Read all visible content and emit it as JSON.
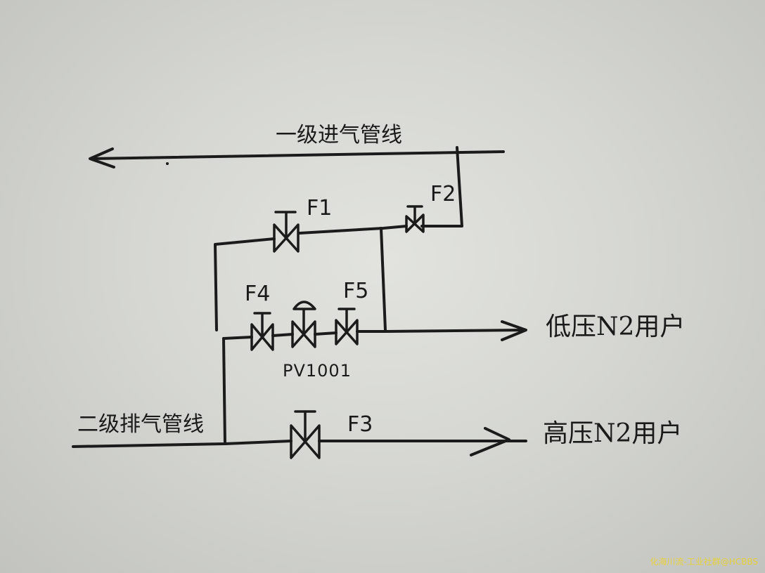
{
  "lines": {
    "primary_inlet": "一级进气管线",
    "secondary_outlet": "二级排气管线"
  },
  "users": {
    "low_pressure": "低压N2用户",
    "high_pressure": "高压N2用户"
  },
  "valves": {
    "f1": "F1",
    "f2": "F2",
    "f3": "F3",
    "f4": "F4",
    "f5": "F5",
    "control_valve": "PV1001"
  },
  "watermark": "化海川流-工业社群@HCBBS",
  "colors": {
    "ink": "#1b1b1b",
    "paper": "#d8d9d5",
    "watermark": "#e6d13a"
  }
}
